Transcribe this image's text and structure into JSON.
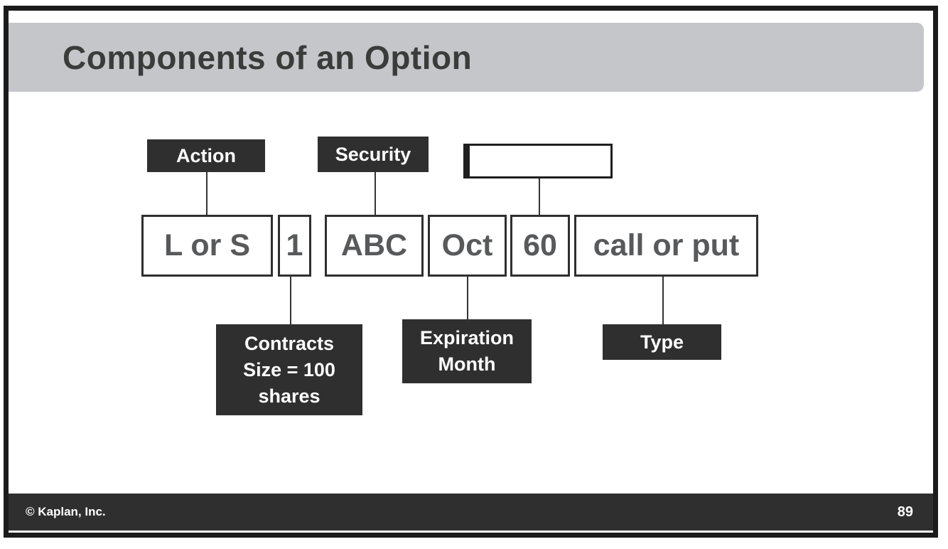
{
  "slide": {
    "title": "Components of an Option",
    "colors": {
      "dark_box": "#2f2f2f",
      "banner_gray": "#c5c6c9",
      "component_text_gray": "#58595b",
      "border_black": "#1b1b1b"
    },
    "diagram": {
      "top_labels": [
        {
          "label": "Action"
        },
        {
          "label": "Security"
        },
        {
          "label": ""
        }
      ],
      "components": [
        "L or S",
        "1",
        "ABC",
        "Oct",
        "60",
        "call or put"
      ],
      "bottom_labels": [
        {
          "lines": [
            "Contracts",
            "Size = 100",
            "shares"
          ]
        },
        {
          "lines": [
            "Expiration",
            "Month"
          ]
        },
        {
          "lines": [
            "Type"
          ]
        }
      ]
    },
    "footer": {
      "copyright": "© Kaplan, Inc.",
      "page_number": "89"
    }
  }
}
